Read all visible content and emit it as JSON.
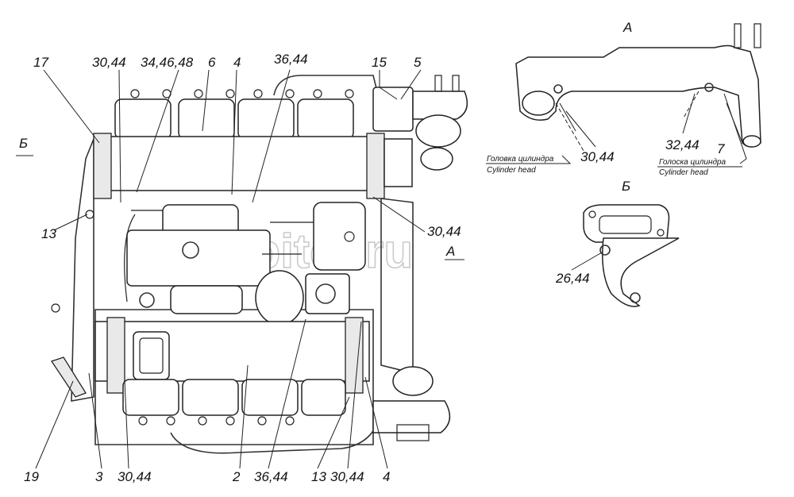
{
  "main_view": {
    "callouts": {
      "top": [
        "17",
        "30,44",
        "34,46,48",
        "6",
        "4",
        "36,44",
        "15",
        "5"
      ],
      "left_13": "13",
      "right_30_44": "30,44",
      "bottom": [
        "19",
        "3",
        "30,44",
        "2",
        "36,44",
        "13",
        "30,44",
        "4"
      ]
    },
    "view_marker_b": "Б",
    "view_marker_a": "А"
  },
  "inset_a": {
    "title": "А",
    "callouts": [
      "30,44",
      "32,44",
      "7"
    ],
    "left_note": {
      "ru": "Головка цилиндра",
      "en": "Cylinder head"
    },
    "right_note": {
      "ru": "Голоcка цилиндра",
      "en": "Cylinder head"
    }
  },
  "inset_b": {
    "title": "Б",
    "callouts": [
      "26,44"
    ]
  },
  "watermark": "autopiter.ru"
}
